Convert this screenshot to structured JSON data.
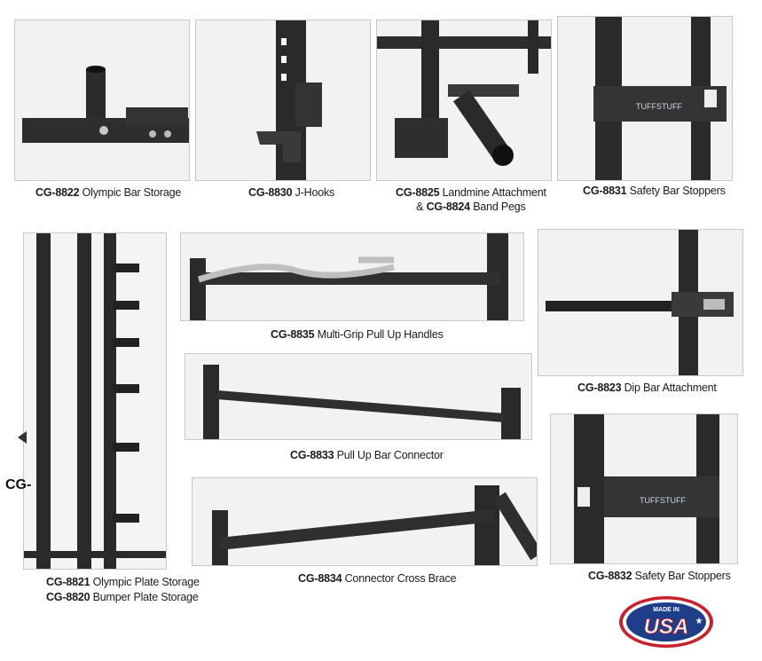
{
  "captions": {
    "c8822": {
      "code": "CG-8822",
      "name": "Olympic Bar Storage"
    },
    "c8830": {
      "code": "CG-8830",
      "name": "J-Hooks"
    },
    "c8825": {
      "code": "CG-8825",
      "name": "Landmine Attachment"
    },
    "c8824": {
      "prefix": "& ",
      "code": "CG-8824",
      "name": "Band Pegs"
    },
    "c8831": {
      "code": "CG-8831",
      "name": "Safety Bar Stoppers"
    },
    "c8835": {
      "code": "CG-8835",
      "name": "Multi-Grip Pull Up Handles"
    },
    "c8823": {
      "code": "CG-8823",
      "name": "Dip Bar Attachment"
    },
    "c8833": {
      "code": "CG-8833",
      "name": "Pull Up Bar Connector"
    },
    "c8821": {
      "code": "CG-8821",
      "name": "Olympic Plate Storage"
    },
    "c8820": {
      "code": "CG-8820",
      "name": "Bumper Plate Storage"
    },
    "c8834": {
      "code": "CG-8834",
      "name": "Connector Cross Brace"
    },
    "c8832": {
      "code": "CG-8832",
      "name": "Safety Bar Stoppers"
    }
  },
  "truncated_label": "CG-",
  "brand_plate": "TUFFSTUFF",
  "badge": {
    "top": "MADE IN",
    "main": "USA"
  },
  "colors": {
    "steel": "#2b2b2b",
    "panel": "#ececec",
    "badge_blue": "#1f3e8a",
    "badge_red": "#c8202c"
  }
}
